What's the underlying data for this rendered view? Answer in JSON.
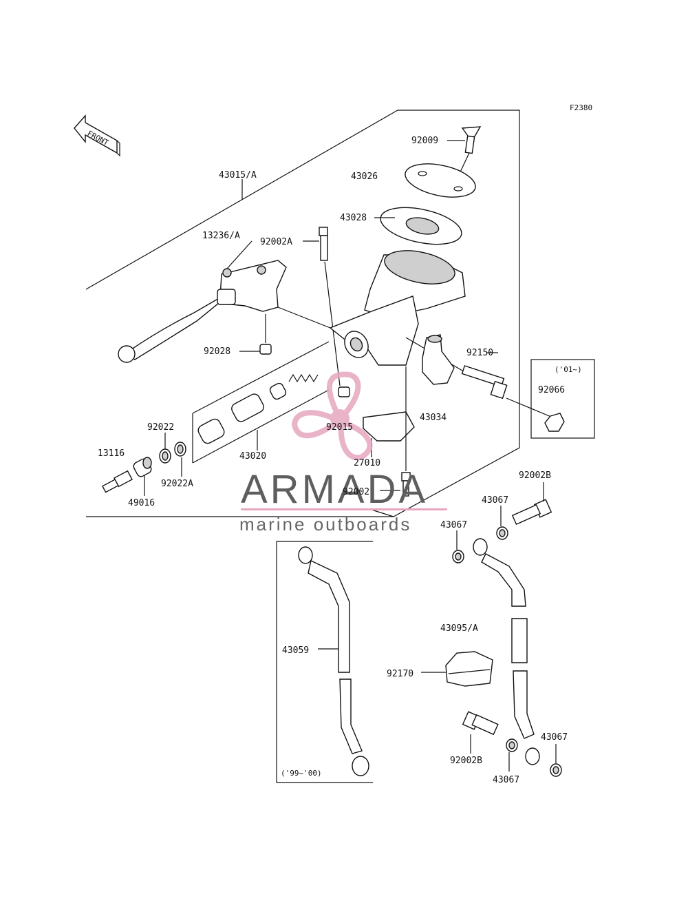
{
  "figure_code": "F2380",
  "front_label": "FRONT",
  "watermark": {
    "title": "ARMADA",
    "subtitle": "marine outboards",
    "accent_color": "#e6a6bf"
  },
  "labels": {
    "p92009": "92009",
    "p43026": "43026",
    "p43015A": "43015/A",
    "p43028": "43028",
    "p13236A": "13236/A",
    "p92002A": "92002A",
    "p92028": "92028",
    "p92150": "92150",
    "p01": "('01~)",
    "p92066": "92066",
    "p92022": "92022",
    "p13116": "13116",
    "p92022A": "92022A",
    "p49016": "49016",
    "p43020": "43020",
    "p92015": "92015",
    "p43034": "43034",
    "p27010": "27010",
    "p92002": "92002",
    "p92002B_top": "92002B",
    "p43067_a": "43067",
    "p43067_b": "43067",
    "p43059": "43059",
    "p43095A": "43095/A",
    "p92170": "92170",
    "p92002B_bot": "92002B",
    "p43067_c": "43067",
    "p43067_d": "43067",
    "p9900": "('99~'00)"
  }
}
